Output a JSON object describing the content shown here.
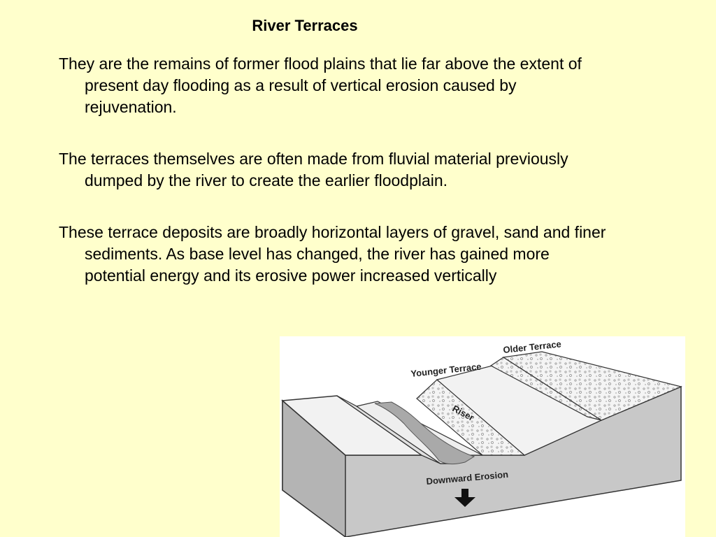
{
  "slide": {
    "title": "River Terraces",
    "bullets": [
      "They are the remains of former flood plains that lie far above the extent of present day flooding as a result of vertical erosion caused by rejuvenation.",
      "The terraces themselves are often made from fluvial material previously dumped by the river to create the earlier floodplain.",
      "These terrace deposits are broadly horizontal layers of gravel, sand and finer sediments. As base level has changed, the river has gained more potential energy and its erosive power increased vertically"
    ]
  },
  "diagram": {
    "labels": {
      "older_terrace": "Older Terrace",
      "younger_terrace": "Younger Terrace",
      "riser": "Riser",
      "downward_erosion": "Downward Erosion"
    },
    "colors": {
      "block_front": "#c8c8c8",
      "block_side": "#b4b4b4",
      "surface": "#f2f2f2",
      "river": "#a9a9a9",
      "outline": "#333333"
    },
    "icons": [
      "down-arrow-icon"
    ]
  }
}
